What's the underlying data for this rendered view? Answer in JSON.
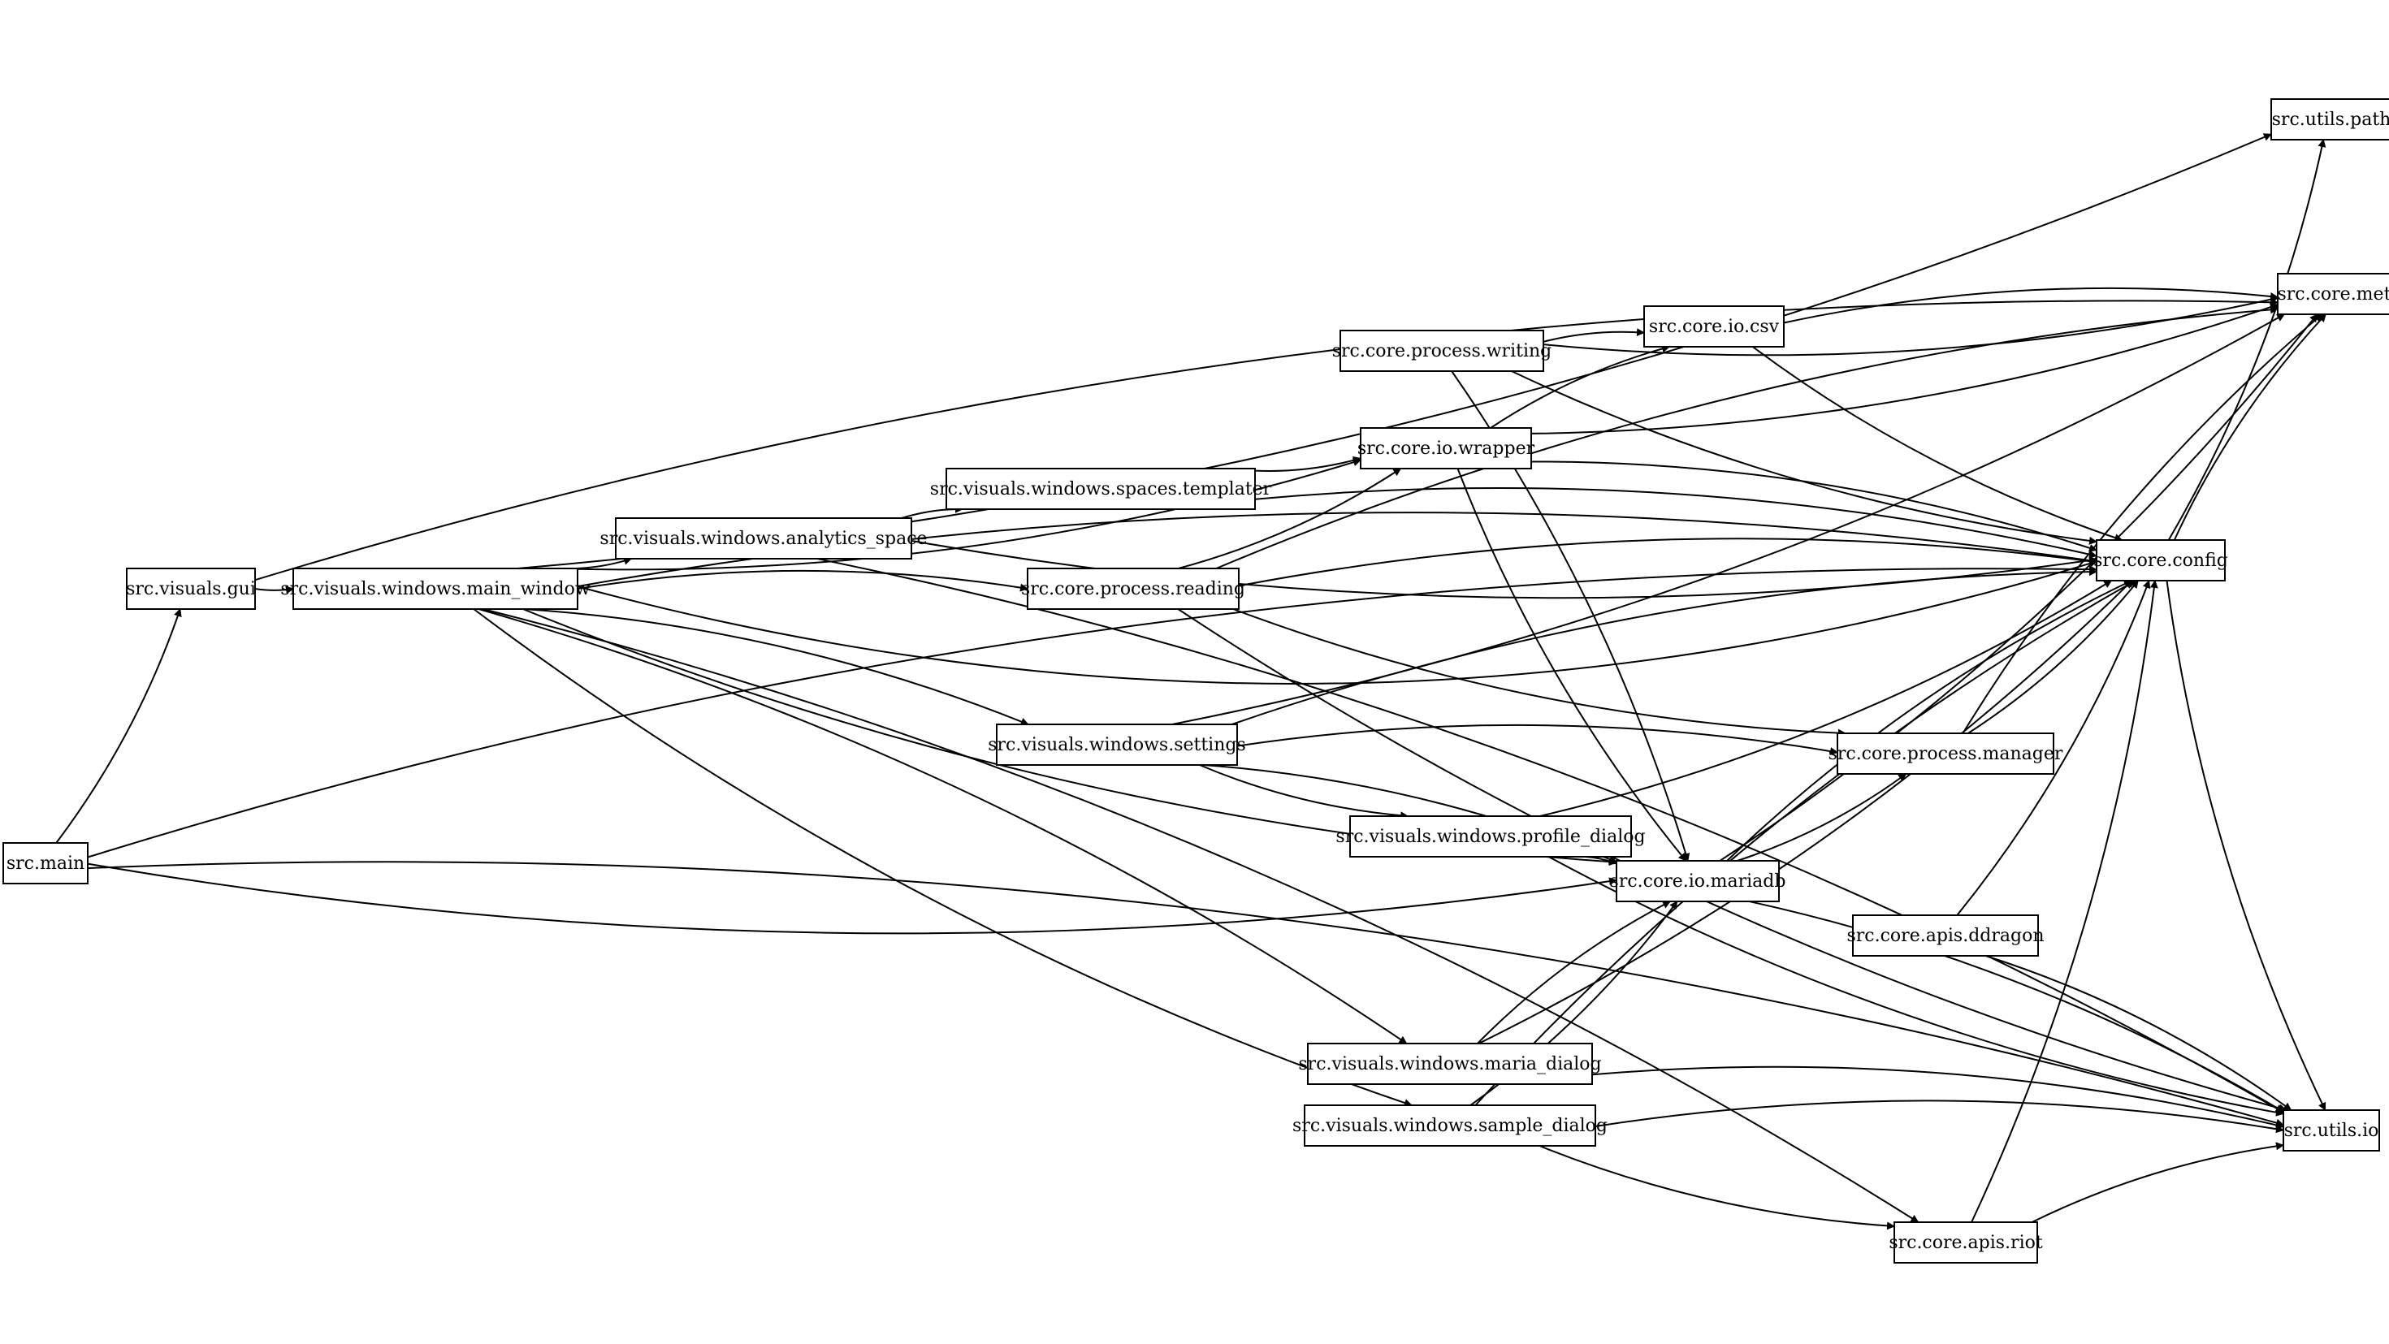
{
  "diagram": {
    "nodes": [
      {
        "id": "main",
        "label": "src.main"
      },
      {
        "id": "gui",
        "label": "src.visuals.gui"
      },
      {
        "id": "main_window",
        "label": "src.visuals.windows.main_window"
      },
      {
        "id": "analytics_space",
        "label": "src.visuals.windows.analytics_space"
      },
      {
        "id": "templater",
        "label": "src.visuals.windows.spaces.templater"
      },
      {
        "id": "reading",
        "label": "src.core.process.reading"
      },
      {
        "id": "writing",
        "label": "src.core.process.writing"
      },
      {
        "id": "wrapper",
        "label": "src.core.io.wrapper"
      },
      {
        "id": "csv",
        "label": "src.core.io.csv"
      },
      {
        "id": "settings",
        "label": "src.visuals.windows.settings"
      },
      {
        "id": "profile_dialog",
        "label": "src.visuals.windows.profile_dialog"
      },
      {
        "id": "maria_dialog",
        "label": "src.visuals.windows.maria_dialog"
      },
      {
        "id": "sample_dialog",
        "label": "src.visuals.windows.sample_dialog"
      },
      {
        "id": "mariadb",
        "label": "src.core.io.mariadb"
      },
      {
        "id": "manager",
        "label": "src.core.process.manager"
      },
      {
        "id": "ddragon",
        "label": "src.core.apis.ddragon"
      },
      {
        "id": "riot",
        "label": "src.core.apis.riot"
      },
      {
        "id": "config",
        "label": "src.core.config"
      },
      {
        "id": "path",
        "label": "src.utils.path"
      },
      {
        "id": "meta",
        "label": "src.core.meta"
      },
      {
        "id": "io",
        "label": "src.utils.io"
      }
    ],
    "edges": [
      {
        "from": "main",
        "to": "gui"
      },
      {
        "from": "main",
        "to": "config"
      },
      {
        "from": "main",
        "to": "mariadb"
      },
      {
        "from": "main",
        "to": "io"
      },
      {
        "from": "gui",
        "to": "main_window"
      },
      {
        "from": "gui",
        "to": "meta"
      },
      {
        "from": "main_window",
        "to": "analytics_space"
      },
      {
        "from": "main_window",
        "to": "reading"
      },
      {
        "from": "main_window",
        "to": "wrapper"
      },
      {
        "from": "main_window",
        "to": "settings"
      },
      {
        "from": "main_window",
        "to": "mariadb"
      },
      {
        "from": "main_window",
        "to": "maria_dialog"
      },
      {
        "from": "main_window",
        "to": "sample_dialog"
      },
      {
        "from": "main_window",
        "to": "riot"
      },
      {
        "from": "main_window",
        "to": "path"
      },
      {
        "from": "main_window",
        "to": "config"
      },
      {
        "from": "main_window",
        "to": "config"
      },
      {
        "from": "analytics_space",
        "to": "templater"
      },
      {
        "from": "analytics_space",
        "to": "config"
      },
      {
        "from": "analytics_space",
        "to": "io"
      },
      {
        "from": "templater",
        "to": "wrapper"
      },
      {
        "from": "templater",
        "to": "config"
      },
      {
        "from": "reading",
        "to": "wrapper"
      },
      {
        "from": "reading",
        "to": "config"
      },
      {
        "from": "reading",
        "to": "manager"
      },
      {
        "from": "reading",
        "to": "meta"
      },
      {
        "from": "reading",
        "to": "io"
      },
      {
        "from": "writing",
        "to": "csv"
      },
      {
        "from": "writing",
        "to": "config"
      },
      {
        "from": "writing",
        "to": "mariadb"
      },
      {
        "from": "writing",
        "to": "meta"
      },
      {
        "from": "wrapper",
        "to": "csv"
      },
      {
        "from": "wrapper",
        "to": "meta"
      },
      {
        "from": "wrapper",
        "to": "config"
      },
      {
        "from": "wrapper",
        "to": "mariadb"
      },
      {
        "from": "csv",
        "to": "meta"
      },
      {
        "from": "csv",
        "to": "config"
      },
      {
        "from": "settings",
        "to": "config"
      },
      {
        "from": "settings",
        "to": "meta"
      },
      {
        "from": "settings",
        "to": "manager"
      },
      {
        "from": "settings",
        "to": "profile_dialog"
      },
      {
        "from": "settings",
        "to": "mariadb"
      },
      {
        "from": "profile_dialog",
        "to": "config"
      },
      {
        "from": "profile_dialog",
        "to": "mariadb"
      },
      {
        "from": "profile_dialog",
        "to": "io"
      },
      {
        "from": "maria_dialog",
        "to": "mariadb"
      },
      {
        "from": "maria_dialog",
        "to": "config"
      },
      {
        "from": "maria_dialog",
        "to": "io"
      },
      {
        "from": "sample_dialog",
        "to": "mariadb"
      },
      {
        "from": "sample_dialog",
        "to": "config"
      },
      {
        "from": "sample_dialog",
        "to": "riot"
      },
      {
        "from": "sample_dialog",
        "to": "io"
      },
      {
        "from": "mariadb",
        "to": "manager"
      },
      {
        "from": "mariadb",
        "to": "config"
      },
      {
        "from": "mariadb",
        "to": "meta"
      },
      {
        "from": "mariadb",
        "to": "io"
      },
      {
        "from": "manager",
        "to": "config"
      },
      {
        "from": "manager",
        "to": "meta"
      },
      {
        "from": "ddragon",
        "to": "config"
      },
      {
        "from": "ddragon",
        "to": "io"
      },
      {
        "from": "riot",
        "to": "config"
      },
      {
        "from": "riot",
        "to": "io"
      },
      {
        "from": "config",
        "to": "path"
      },
      {
        "from": "config",
        "to": "meta"
      },
      {
        "from": "config",
        "to": "io"
      }
    ]
  }
}
